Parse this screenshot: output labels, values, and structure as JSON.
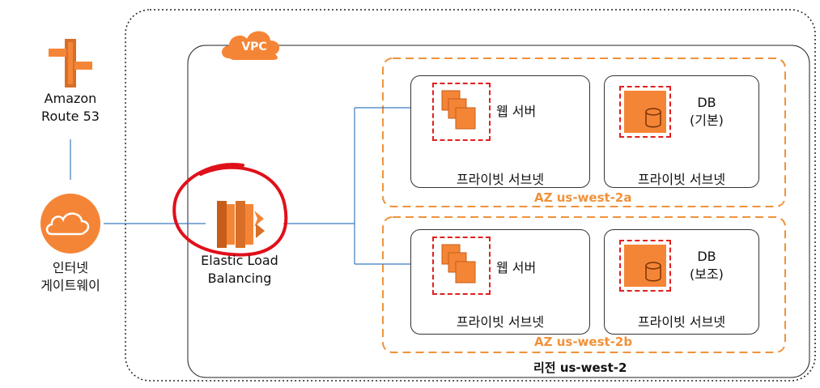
{
  "route53": {
    "label_line1": "Amazon",
    "label_line2": "Route 53",
    "icon": "route53-icon"
  },
  "igw": {
    "label_line1": "인터넷",
    "label_line2": "게이트웨이",
    "icon": "cloud-icon"
  },
  "elb": {
    "label_line1": "Elastic Load",
    "label_line2": "Balancing",
    "icon": "elb-icon"
  },
  "vpc": {
    "label": "VPC"
  },
  "region": {
    "label": "리전 us-west-2"
  },
  "az_a": {
    "label": "AZ us-west-2a",
    "web": {
      "title": "웹 서버",
      "caption": "프라이빗 서브넷"
    },
    "db": {
      "title_line1": "DB",
      "title_line2": "(기본)",
      "caption": "프라이빗 서브넷"
    }
  },
  "az_b": {
    "label": "AZ us-west-2b",
    "web": {
      "title": "웹 서버",
      "caption": "프라이빗 서브넷"
    },
    "db": {
      "title_line1": "DB",
      "title_line2": "(보조)",
      "caption": "프라이빗 서브넷"
    }
  },
  "colors": {
    "aws_orange": "#f58536",
    "az_border": "#f0923a",
    "annotation_red": "#e0101a",
    "connector": "#3b7cc4"
  }
}
